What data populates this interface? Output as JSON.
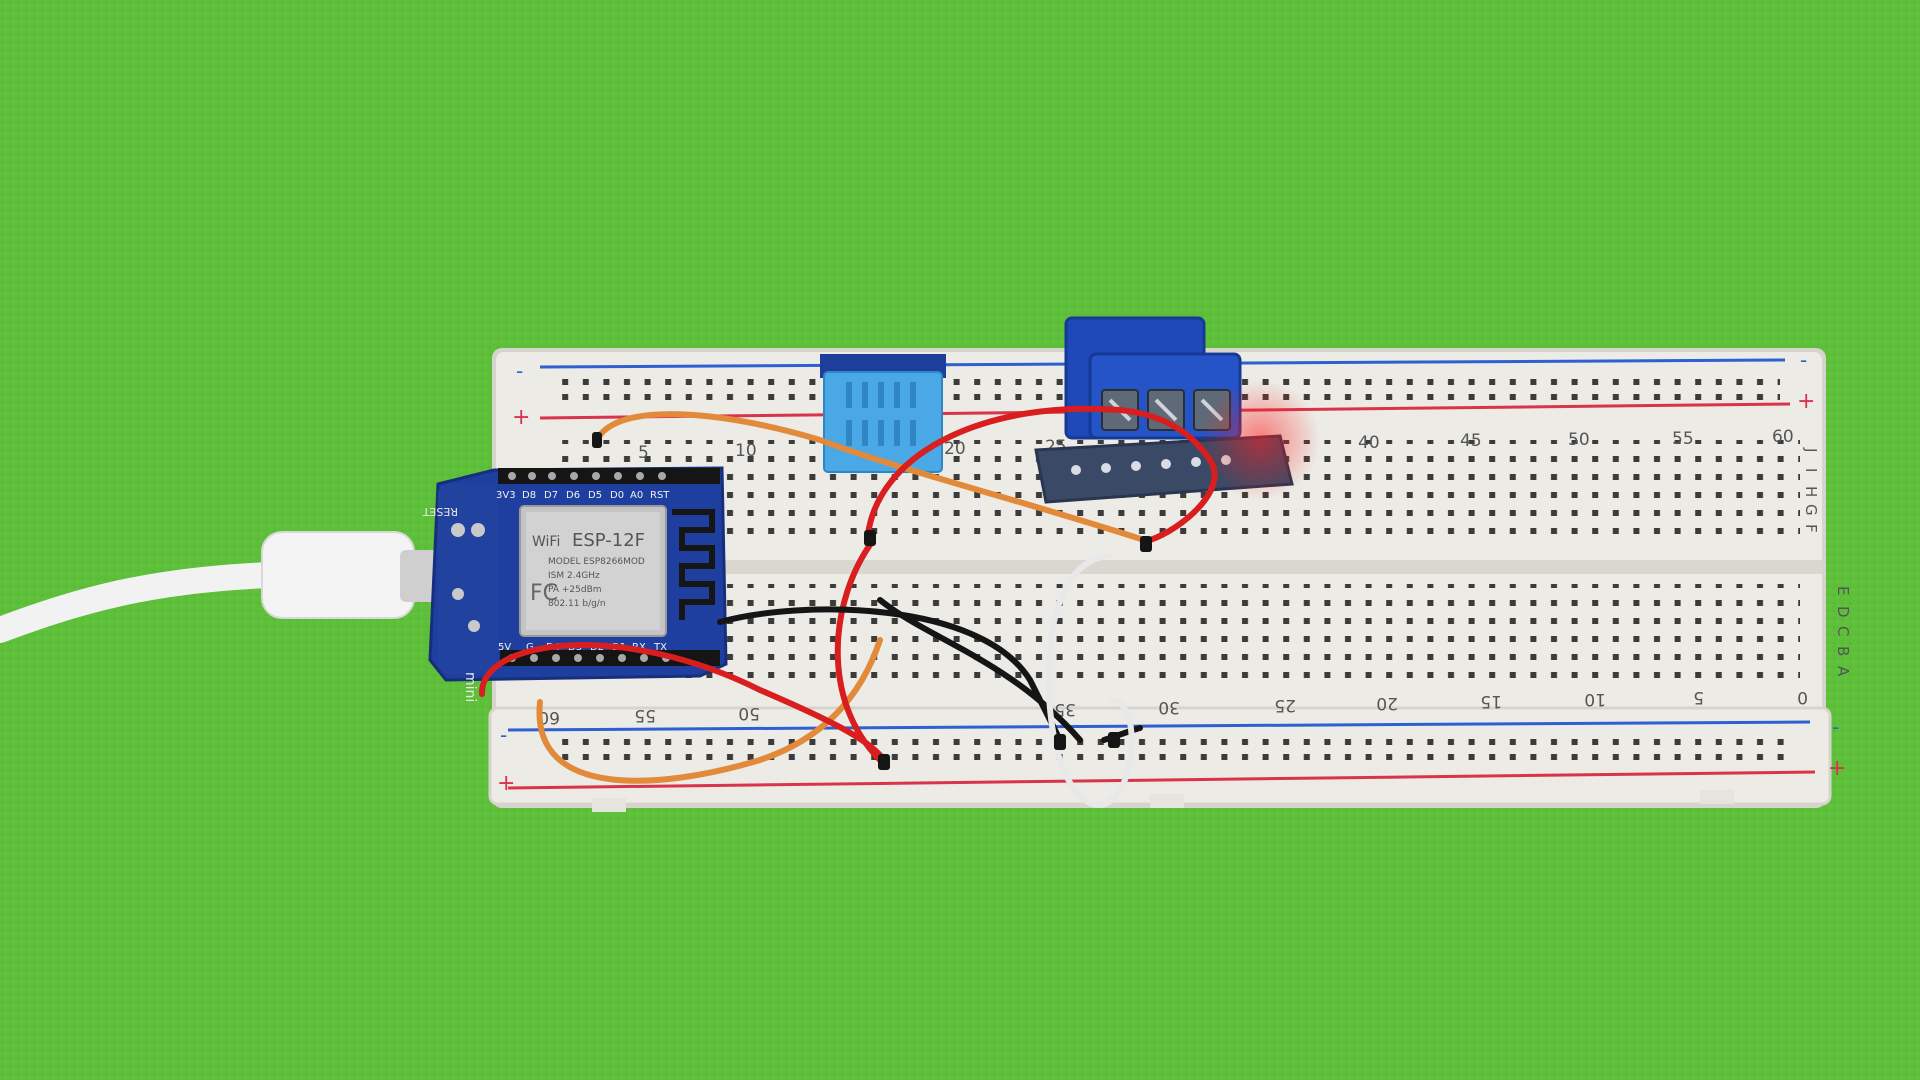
{
  "colors": {
    "background": "#5dbf3a",
    "breadboard": "#ecebe6",
    "rail_red": "#d8344a",
    "rail_blue": "#2f5fd0",
    "module_blue": "#1f3fa0",
    "wire_red": "#d81e1e",
    "wire_orange": "#e28a3a",
    "wire_black": "#151515",
    "wire_white": "#e8e8e8",
    "cable_white": "#f2f2f2"
  },
  "breadboard": {
    "rail_minus": "-",
    "rail_plus": "+",
    "top_numbers": [
      "5",
      "10",
      "20",
      "25",
      "40",
      "45",
      "50",
      "55",
      "60"
    ],
    "bottom_numbers": [
      "60",
      "55",
      "50",
      "35",
      "30",
      "25",
      "20",
      "15",
      "10",
      "5",
      "0"
    ],
    "top_row_letters": [
      "J",
      "I",
      "H",
      "G",
      "F"
    ],
    "bottom_row_letters": [
      "E",
      "D",
      "C",
      "B",
      "A"
    ]
  },
  "board": {
    "pins_top": [
      "3V3",
      "D8",
      "D7",
      "D6",
      "D5",
      "D0",
      "A0",
      "RST"
    ],
    "pins_bottom": [
      "5V",
      "G",
      "D4",
      "D3",
      "D2",
      "D1",
      "RX",
      "TX"
    ],
    "reset_label": "RESET",
    "brand": "mini",
    "module_title": "ESP-12F",
    "wifi_badge": "WiFi",
    "module_lines": [
      "MODEL ESP8266MOD",
      "ISM  2.4GHz",
      "PA  +25dBm",
      "802.11 b/g/n"
    ],
    "fcc": "FC"
  },
  "icons": [
    "usb-cable-icon",
    "antenna-icon",
    "terminal-block-icon",
    "sensor-icon"
  ]
}
